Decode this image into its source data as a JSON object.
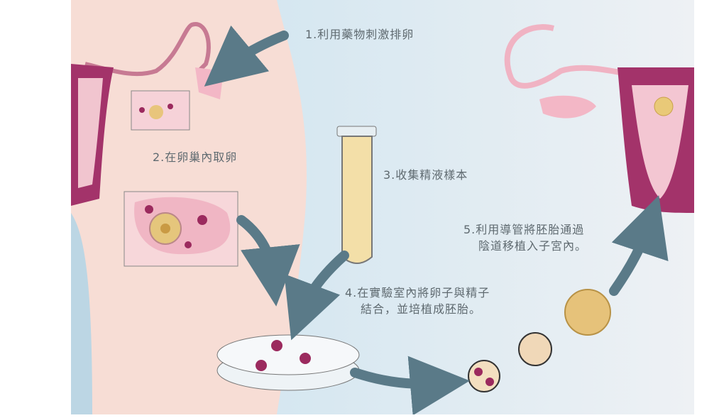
{
  "steps": {
    "step1": "1.利用藥物刺激排卵",
    "step2": "2.在卵巢內取卵",
    "step3": "3.收集精液樣本",
    "step4_line1": "4.在實驗室內將卵子與精子",
    "step4_line2": "結合，並培植成胚胎。",
    "step5_line1": "5.利用導管將胚胎通過",
    "step5_line2": "陰道移植入子宮內。"
  },
  "colors": {
    "skin": "#f7ddd5",
    "background_blue": "#d3e7f1",
    "arrow": "#5a7a88",
    "uterus": "#9b2a5e",
    "embryo": "#e6c27a"
  }
}
